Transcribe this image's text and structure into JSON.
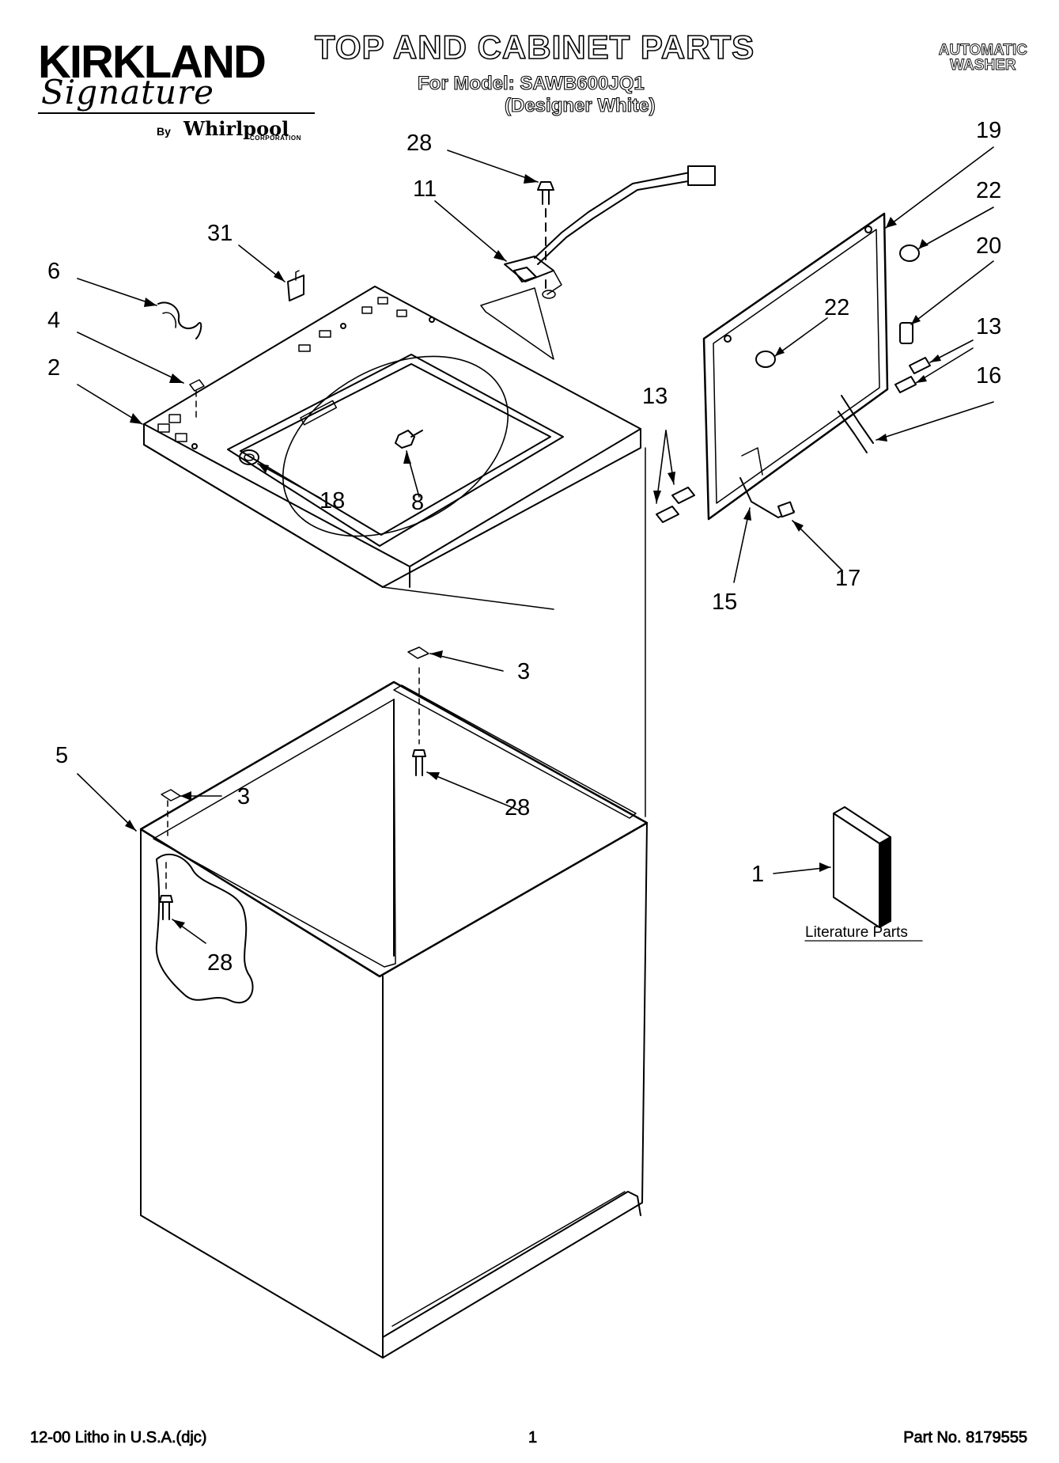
{
  "brand": {
    "name": "KIRKLAND",
    "tagline": "Signature",
    "by": "By",
    "maker": "Whirlpool",
    "maker_suffix": "CORPORATION"
  },
  "header": {
    "title": "TOP AND CABINET PARTS",
    "model_line": "For Model: SAWB600JQ1",
    "variant": "(Designer White)",
    "product_type_line1": "AUTOMATIC",
    "product_type_line2": "WASHER"
  },
  "callouts": {
    "c28_top": "28",
    "c11": "11",
    "c31": "31",
    "c6": "6",
    "c4": "4",
    "c2": "2",
    "c18": "18",
    "c8": "8",
    "c19": "19",
    "c22_right": "22",
    "c20": "20",
    "c22_inner": "22",
    "c13_right": "13",
    "c16": "16",
    "c13_left": "13",
    "c15": "15",
    "c17": "17",
    "c3_upper": "3",
    "c28_mid": "28",
    "c5": "5",
    "c3_lower": "3",
    "c28_lower": "28",
    "c1": "1"
  },
  "literature_label": "Literature Parts",
  "footer": {
    "left": "12-00 Litho in U.S.A.(djc)",
    "center": "1",
    "right": "Part No. 8179555"
  }
}
